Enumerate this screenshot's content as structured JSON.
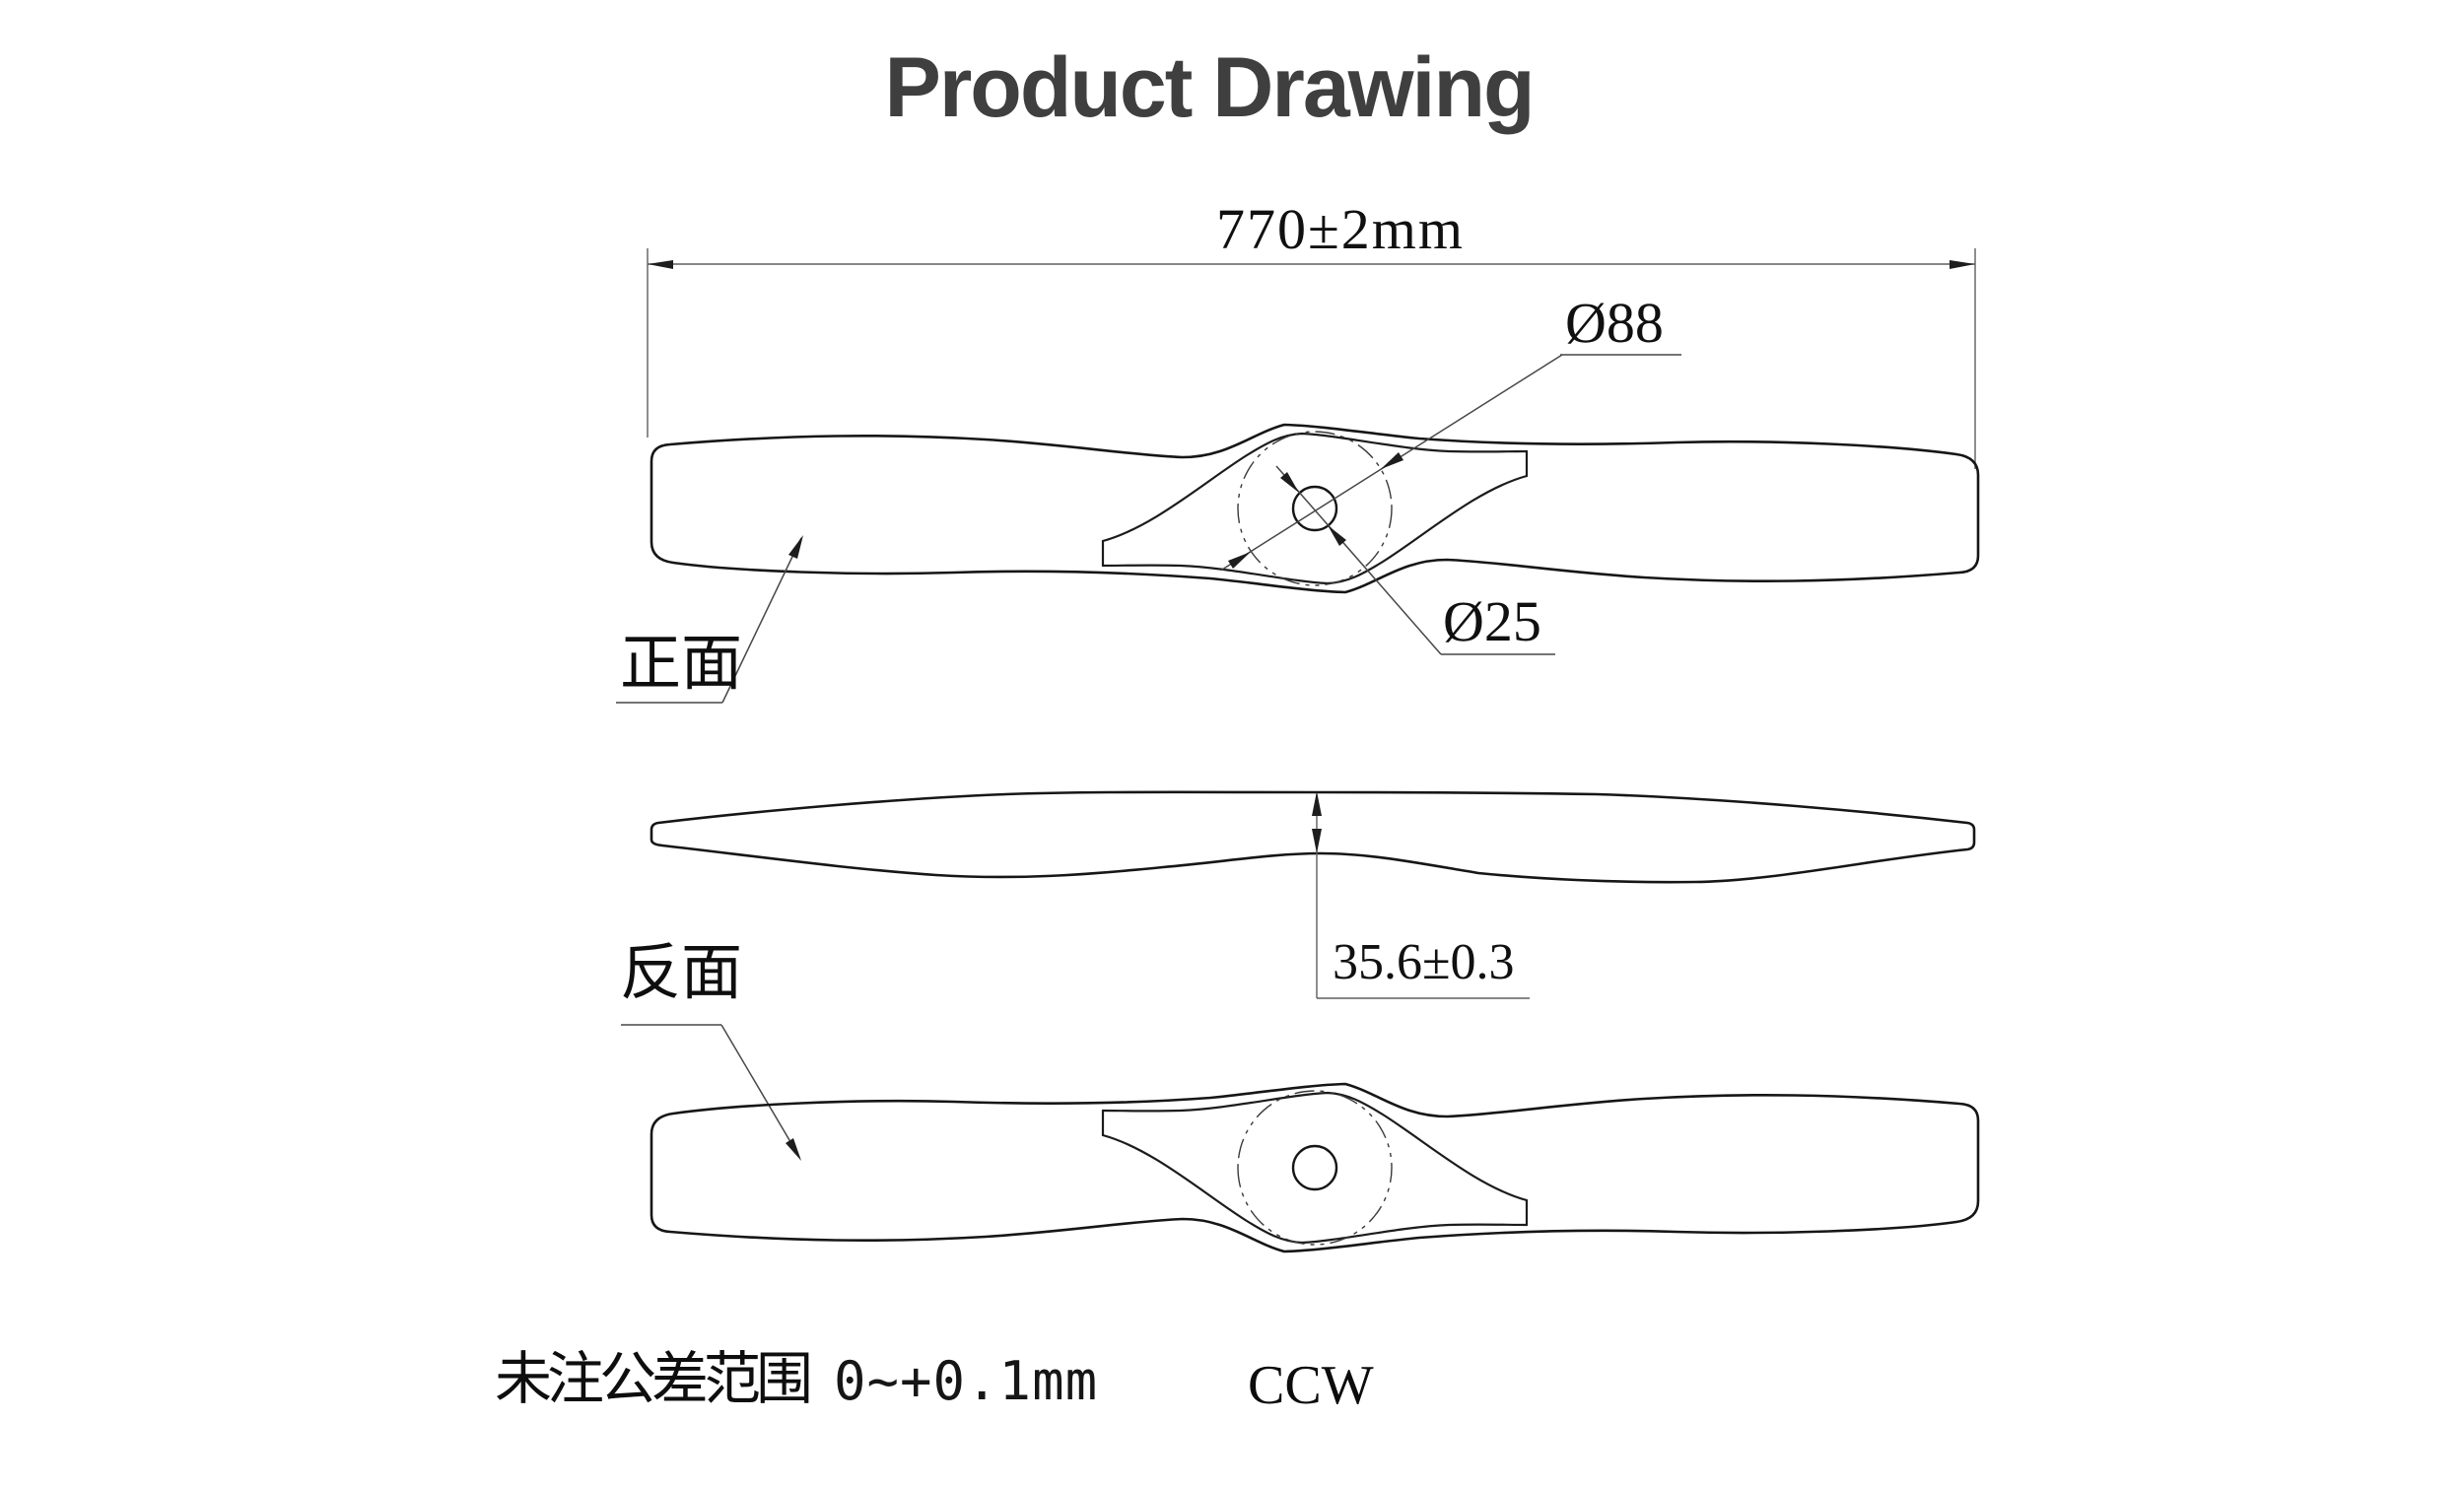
{
  "title": "Product Drawing",
  "drawing": {
    "overall_length": "770±2mm",
    "front_view": {
      "label": "正面",
      "hub_diameter": "Ø88",
      "bore_diameter": "Ø25"
    },
    "side_view": {
      "hub_thickness": "35.6±0.3"
    },
    "back_view": {
      "label": "反面"
    }
  },
  "footer": {
    "tolerance_note": "未注公差范围",
    "tolerance_range": "0~+0.1mm",
    "rotation": "CCW"
  },
  "colors": {
    "background": "#ffffff",
    "outline": "#161616",
    "dimension_line": "#5f5f5f",
    "title_text": "#3f3f3f"
  }
}
